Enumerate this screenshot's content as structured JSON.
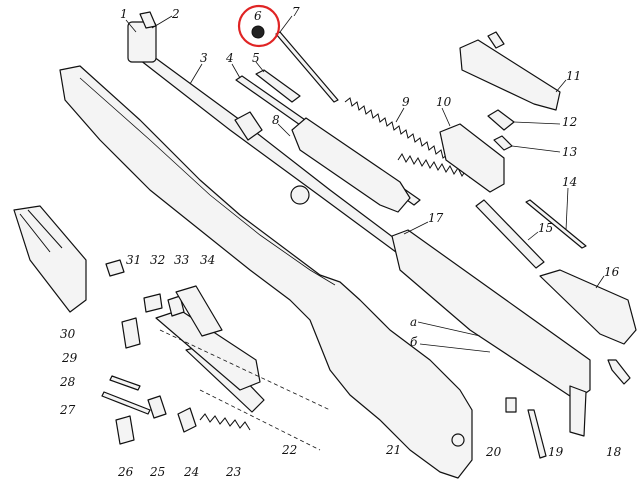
{
  "callouts": [
    {
      "id": "1",
      "label": "1"
    },
    {
      "id": "2",
      "label": "2"
    },
    {
      "id": "3",
      "label": "3"
    },
    {
      "id": "4",
      "label": "4"
    },
    {
      "id": "5",
      "label": "5"
    },
    {
      "id": "6",
      "label": "6"
    },
    {
      "id": "7",
      "label": "7"
    },
    {
      "id": "8",
      "label": "8"
    },
    {
      "id": "9",
      "label": "9"
    },
    {
      "id": "10",
      "label": "10"
    },
    {
      "id": "11",
      "label": "11"
    },
    {
      "id": "12",
      "label": "12"
    },
    {
      "id": "13",
      "label": "13"
    },
    {
      "id": "14",
      "label": "14"
    },
    {
      "id": "15",
      "label": "15"
    },
    {
      "id": "16",
      "label": "16"
    },
    {
      "id": "17",
      "label": "17"
    },
    {
      "id": "18",
      "label": "18"
    },
    {
      "id": "19",
      "label": "19"
    },
    {
      "id": "20",
      "label": "20"
    },
    {
      "id": "21",
      "label": "21"
    },
    {
      "id": "22",
      "label": "22"
    },
    {
      "id": "23",
      "label": "23"
    },
    {
      "id": "24",
      "label": "24"
    },
    {
      "id": "25",
      "label": "25"
    },
    {
      "id": "26",
      "label": "26"
    },
    {
      "id": "27",
      "label": "27"
    },
    {
      "id": "28",
      "label": "28"
    },
    {
      "id": "29",
      "label": "29"
    },
    {
      "id": "30",
      "label": "30"
    },
    {
      "id": "31",
      "label": "31"
    },
    {
      "id": "32",
      "label": "32"
    },
    {
      "id": "33",
      "label": "33"
    },
    {
      "id": "34",
      "label": "34"
    },
    {
      "id": "a",
      "label": "a"
    },
    {
      "id": "b",
      "label": "б"
    }
  ],
  "highlighted_callout": "6",
  "colors": {
    "ink": "#111111",
    "paper": "#ffffff",
    "highlight": "#e02424"
  }
}
